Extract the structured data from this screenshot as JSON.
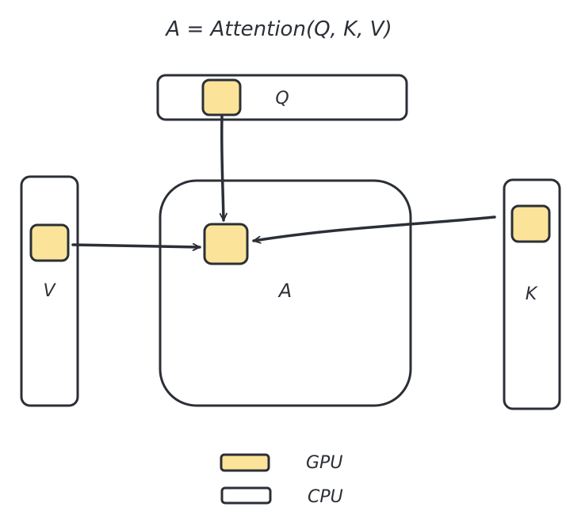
{
  "diagram": {
    "formula": "A = Attention(Q, K, V)",
    "nodes": {
      "q": {
        "label": "Q"
      },
      "k": {
        "label": "K"
      },
      "v": {
        "label": "V"
      },
      "a": {
        "label": "A"
      }
    },
    "legend": {
      "gpu_label": "GPU",
      "cpu_label": "CPU"
    },
    "colors": {
      "stroke": "#2b2f36",
      "gpu_fill": "#fbe49a",
      "cpu_fill": "#ffffff",
      "background": "#ffffff"
    }
  }
}
